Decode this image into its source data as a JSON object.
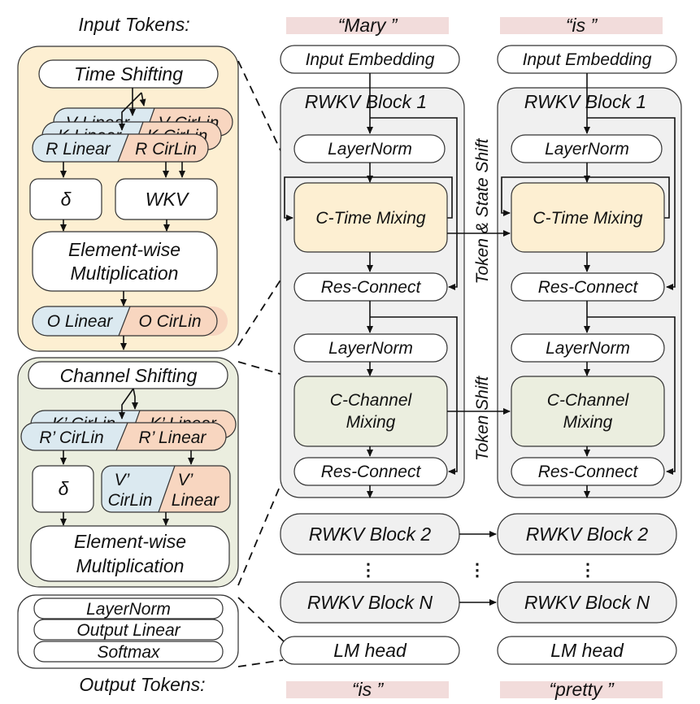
{
  "colors": {
    "time_mixing_bg": "#fdefd2",
    "channel_mixing_bg": "#ebeedf",
    "linear_blue": "#dbe9f0",
    "cirlin_orange": "#f8d6c0",
    "block_gray": "#f0f0f0",
    "token_pink": "#f2dcdb"
  },
  "labels": {
    "input_tokens": "Input Tokens:",
    "output_tokens": "Output Tokens:"
  },
  "time_mixing_detail": {
    "time_shifting": "Time Shifting",
    "v_linear": "V Linear",
    "v_cirlin": "V CirLin",
    "k_linear": "K Linear",
    "k_cirlin": "K CirLin",
    "r_linear": "R Linear",
    "r_cirlin": "R CirLin",
    "delta": "δ",
    "wkv": "WKV",
    "elementwise_1": "Element-wise",
    "elementwise_2": "Multiplication",
    "o_linear": "O Linear",
    "o_cirlin": "O CirLin"
  },
  "channel_mixing_detail": {
    "channel_shifting": "Channel Shifting",
    "k_cirlin": "K’  CirLin",
    "k_linear": "K’  Linear",
    "r_cirlin": "R’  CirLin",
    "r_linear": "R’  Linear",
    "delta": "δ",
    "v_cirlin_1": "V’",
    "v_cirlin_2": "CirLin",
    "v_linear_1": "V’",
    "v_linear_2": "Linear",
    "elementwise_1": "Element-wise",
    "elementwise_2": "Multiplication"
  },
  "lm_head_detail": {
    "layernorm": "LayerNorm",
    "output_linear": "Output Linear",
    "softmax": "Softmax"
  },
  "columns": [
    {
      "input_token": "“Mary ”",
      "input_embedding": "Input Embedding",
      "block_title": "RWKV Block 1",
      "layernorm_1": "LayerNorm",
      "time_mixing": "C-Time Mixing",
      "res_connect_1": "Res-Connect",
      "layernorm_2": "LayerNorm",
      "channel_mixing_1": "C-Channel",
      "channel_mixing_2": "Mixing",
      "res_connect_2": "Res-Connect",
      "block_2": "RWKV Block 2",
      "block_n": "RWKV Block N",
      "lm_head": "LM head",
      "output_token": "“is ”"
    },
    {
      "input_token": "“is ”",
      "input_embedding": "Input Embedding",
      "block_title": "RWKV Block 1",
      "layernorm_1": "LayerNorm",
      "time_mixing": "C-Time Mixing",
      "res_connect_1": "Res-Connect",
      "layernorm_2": "LayerNorm",
      "channel_mixing_1": "C-Channel",
      "channel_mixing_2": "Mixing",
      "res_connect_2": "Res-Connect",
      "block_2": "RWKV Block 2",
      "block_n": "RWKV Block N",
      "lm_head": "LM head",
      "output_token": "“pretty ”"
    }
  ],
  "shift_labels": {
    "token_state_shift": "Token & State Shift",
    "token_shift": "Token Shift"
  },
  "ellipsis": "⋮"
}
